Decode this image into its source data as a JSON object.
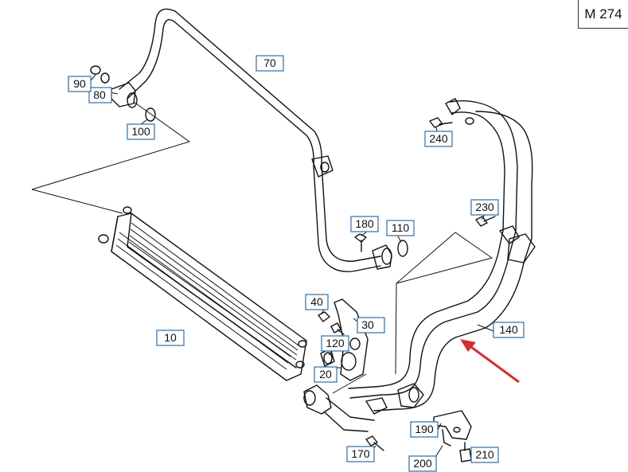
{
  "model_label": "M 274",
  "accent_color": "#d32f2f",
  "callout_border_color": "#2b6ea6",
  "callouts": {
    "c10": "10",
    "c20": "20",
    "c30": "30",
    "c40": "40",
    "c70": "70",
    "c80": "80",
    "c90": "90",
    "c100": "100",
    "c110": "110",
    "c120": "120",
    "c140": "140",
    "c170": "170",
    "c180": "180",
    "c190": "190",
    "c200": "200",
    "c210": "210",
    "c230": "230",
    "c240": "240"
  }
}
